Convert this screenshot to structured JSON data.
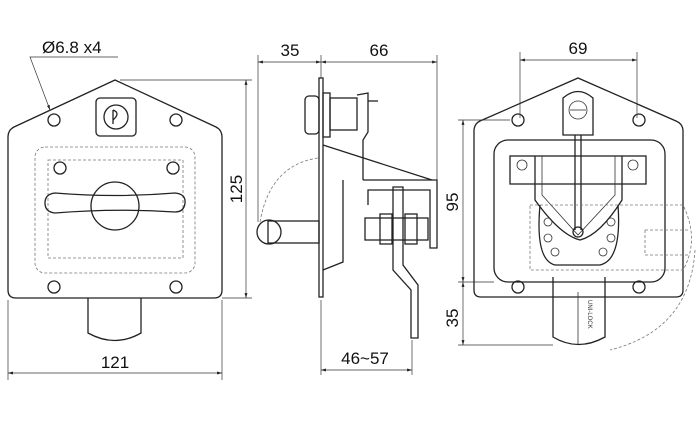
{
  "front_view": {
    "hole_label": "Ø6.8 x4",
    "width_label": "121",
    "height_label": "125"
  },
  "side_view": {
    "handle_depth_label": "35",
    "body_depth_label": "66",
    "grip_range_label": "46~57"
  },
  "rear_view": {
    "width_label": "69",
    "height_label": "95",
    "bolt_label": "35",
    "brand_text": "UNI-LOCK"
  }
}
